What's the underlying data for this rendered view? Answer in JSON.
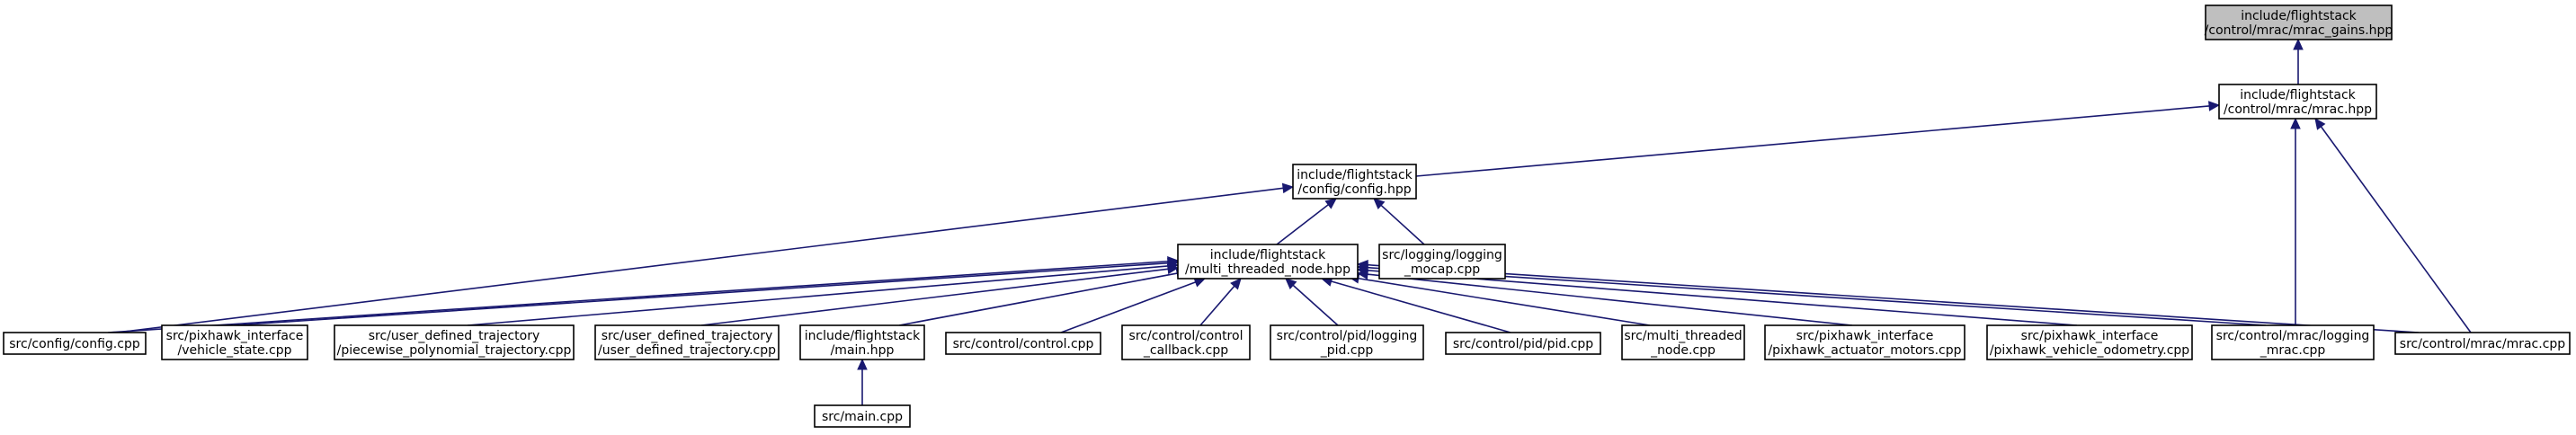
{
  "colors": {
    "node_fill": "#ffffff",
    "root_fill": "#bfbfbf",
    "node_border": "#000000",
    "edge": "#191970"
  },
  "graph": {
    "nodes": [
      {
        "id": "n0",
        "lines": [
          "include/flightstack",
          "/control/mrac/mrac_gains.hpp"
        ],
        "highlight": true
      },
      {
        "id": "n1",
        "lines": [
          "include/flightstack",
          "/control/mrac/mrac.hpp"
        ]
      },
      {
        "id": "n2",
        "lines": [
          "include/flightstack",
          "/config/config.hpp"
        ]
      },
      {
        "id": "n3",
        "lines": [
          "include/flightstack",
          "/multi_threaded_node.hpp"
        ]
      },
      {
        "id": "n4",
        "lines": [
          "src/logging/logging",
          "_mocap.cpp"
        ]
      },
      {
        "id": "n5",
        "lines": [
          "src/config/config.cpp"
        ]
      },
      {
        "id": "n6",
        "lines": [
          "src/pixhawk_interface",
          "/vehicle_state.cpp"
        ]
      },
      {
        "id": "n7",
        "lines": [
          "src/user_defined_trajectory",
          "/piecewise_polynomial_trajectory.cpp"
        ]
      },
      {
        "id": "n8",
        "lines": [
          "src/user_defined_trajectory",
          "/user_defined_trajectory.cpp"
        ]
      },
      {
        "id": "n9",
        "lines": [
          "include/flightstack",
          "/main.hpp"
        ]
      },
      {
        "id": "n10",
        "lines": [
          "src/control/control.cpp"
        ]
      },
      {
        "id": "n11",
        "lines": [
          "src/control/control",
          "_callback.cpp"
        ]
      },
      {
        "id": "n12",
        "lines": [
          "src/control/pid/logging",
          "_pid.cpp"
        ]
      },
      {
        "id": "n13",
        "lines": [
          "src/control/pid/pid.cpp"
        ]
      },
      {
        "id": "n14",
        "lines": [
          "src/multi_threaded",
          "_node.cpp"
        ]
      },
      {
        "id": "n15",
        "lines": [
          "src/pixhawk_interface",
          "/pixhawk_actuator_motors.cpp"
        ]
      },
      {
        "id": "n16",
        "lines": [
          "src/pixhawk_interface",
          "/pixhawk_vehicle_odometry.cpp"
        ]
      },
      {
        "id": "n17",
        "lines": [
          "src/control/mrac/logging",
          "_mrac.cpp"
        ]
      },
      {
        "id": "n18",
        "lines": [
          "src/control/mrac/mrac.cpp"
        ]
      },
      {
        "id": "n19",
        "lines": [
          "src/main.cpp"
        ]
      }
    ],
    "edges": [
      {
        "from": "n1",
        "to": "n0"
      },
      {
        "from": "n2",
        "to": "n1"
      },
      {
        "from": "n17",
        "to": "n1"
      },
      {
        "from": "n18",
        "to": "n1"
      },
      {
        "from": "n3",
        "to": "n2"
      },
      {
        "from": "n4",
        "to": "n2"
      },
      {
        "from": "n5",
        "to": "n2"
      },
      {
        "from": "n5",
        "to": "n3"
      },
      {
        "from": "n6",
        "to": "n3"
      },
      {
        "from": "n7",
        "to": "n3"
      },
      {
        "from": "n8",
        "to": "n3"
      },
      {
        "from": "n9",
        "to": "n3"
      },
      {
        "from": "n10",
        "to": "n3"
      },
      {
        "from": "n11",
        "to": "n3"
      },
      {
        "from": "n12",
        "to": "n3"
      },
      {
        "from": "n13",
        "to": "n3"
      },
      {
        "from": "n14",
        "to": "n3"
      },
      {
        "from": "n15",
        "to": "n3"
      },
      {
        "from": "n16",
        "to": "n3"
      },
      {
        "from": "n17",
        "to": "n3"
      },
      {
        "from": "n18",
        "to": "n3"
      },
      {
        "from": "n19",
        "to": "n9"
      }
    ]
  }
}
